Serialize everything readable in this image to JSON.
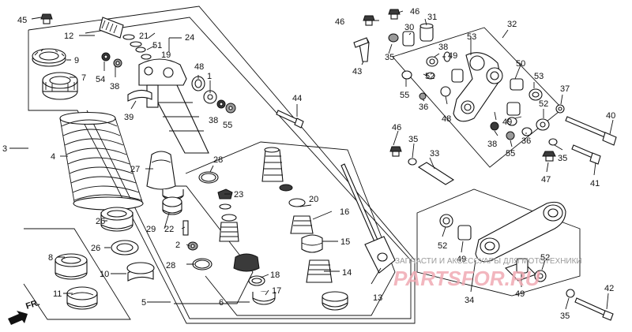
{
  "callouts": {
    "n1": "1",
    "n2": "2",
    "n3": "3",
    "n4": "4",
    "n5": "5",
    "n6": "6",
    "n7": "7",
    "n8": "8",
    "n9": "9",
    "n10": "10",
    "n11": "11",
    "n12": "12",
    "n13": "13",
    "n14": "14",
    "n15": "15",
    "n16": "16",
    "n17": "17",
    "n18": "18",
    "n19": "19",
    "n20": "20",
    "n21": "21",
    "n22": "22",
    "n23": "23",
    "n24": "24",
    "n26": "26",
    "n27": "27",
    "n28": "28",
    "n29": "29",
    "n30": "30",
    "n31": "31",
    "n32": "32",
    "n33": "33",
    "n34": "34",
    "n35": "35",
    "n36": "36",
    "n37": "37",
    "n38": "38",
    "n39": "39",
    "n40": "40",
    "n41": "41",
    "n42": "42",
    "n43": "43",
    "n44": "44",
    "n45": "45",
    "n46": "46",
    "n47": "47",
    "n48": "48",
    "n49": "49",
    "n50": "50",
    "n51": "51",
    "n52": "52",
    "n53": "53",
    "n54": "54",
    "n55": "55"
  },
  "front_indicator": "FR.",
  "watermark": {
    "line1": "ЗАПЧАСТИ И АКСЕССУАРЫ ДЛЯ МОТОТЕХНИКИ",
    "line2": "PARTSFOR.RU"
  }
}
